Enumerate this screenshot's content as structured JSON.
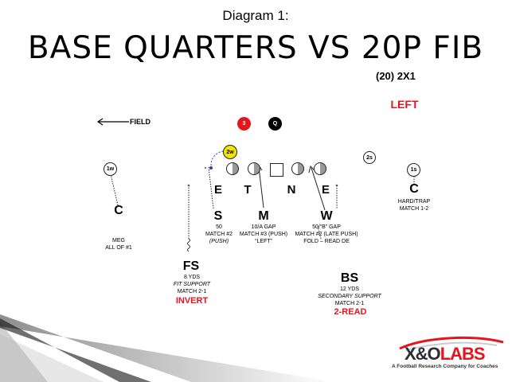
{
  "header": {
    "diagram_label": "Diagram 1:",
    "title": "BASE QUARTERS VS 20P FIB",
    "formation": "(20) 2X1",
    "strength": "LEFT"
  },
  "field_label": "FIELD",
  "offense": {
    "ball_carrier_3": "3",
    "qb": "Q",
    "receiver_1w": "1w",
    "back_2w": "2w",
    "receiver_2s": "2s",
    "receiver_1s": "1s"
  },
  "front": {
    "e1": "E",
    "t": "T",
    "n": "N",
    "e2": "E"
  },
  "defenders": {
    "c_left": {
      "label": "C",
      "notes": [
        "MEG",
        "ALL OF #1"
      ]
    },
    "c_right": {
      "label": "C",
      "notes": [
        "HARD/TRAP",
        "MATCH 1-2"
      ]
    },
    "s": {
      "label": "S",
      "notes": [
        "50",
        "MATCH #2",
        "(PUSH)"
      ]
    },
    "m": {
      "label": "M",
      "notes": [
        "10/A GAP",
        "MATCH #3 (PUSH)",
        "“LEFT”"
      ]
    },
    "w": {
      "label": "W",
      "notes": [
        "50/“B” GAP",
        "MATCH #2 (LATE PUSH)",
        "FOLD – READ DE"
      ]
    },
    "fs": {
      "label": "FS",
      "notes": [
        "8 YDS",
        "FIT SUPPORT",
        "MATCH 2-1"
      ],
      "call": "INVERT"
    },
    "bs": {
      "label": "BS",
      "notes": [
        "12 YDS",
        "SECONDARY SUPPORT",
        "MATCH 2-1"
      ],
      "call": "2-READ"
    }
  },
  "logo": {
    "brand_a": "X&O",
    "brand_b": "LABS",
    "tagline": "A Football Research Company for Coaches"
  },
  "colors": {
    "red": "#e8141c",
    "yellow": "#f2e600",
    "navy": "#2a2f38"
  }
}
